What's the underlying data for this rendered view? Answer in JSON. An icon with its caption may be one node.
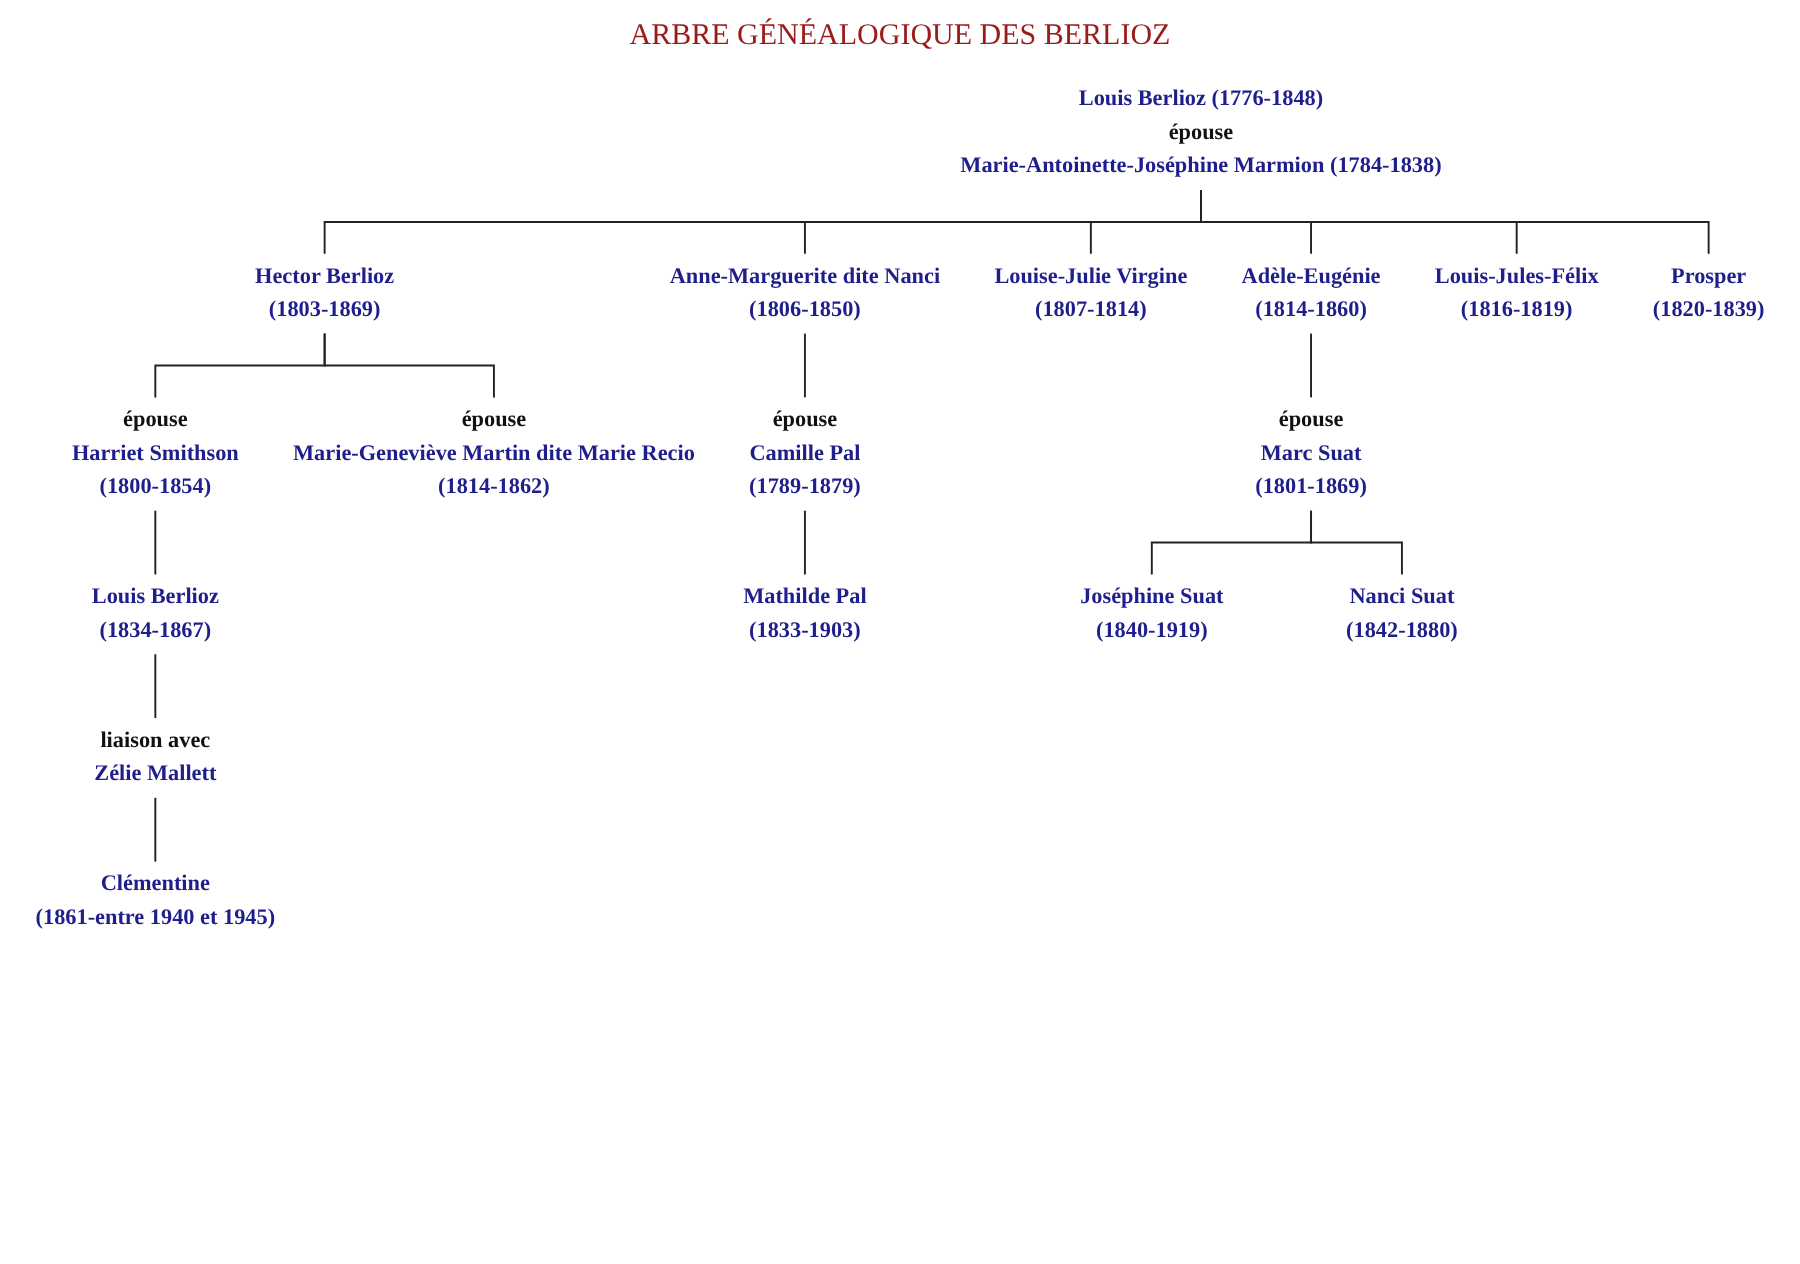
{
  "diagram": {
    "title": "ARBRE GÉNÉALOGIQUE DES BERLIOZ",
    "nodes": [
      {
        "text": [
          "Louis Berlioz (1776-1848)",
          "épouse",
          "Marie-Antoinette-Joséphine Marmion (1784-1838)"
        ]
      },
      {
        "text": [
          "Hector Berlioz",
          "(1803-1869)"
        ]
      },
      {
        "text": [
          "Anne-Marguerite dite Nanci",
          "(1806-1850)"
        ]
      },
      {
        "text": [
          "Louise-Julie Virgine",
          "(1807-1814)"
        ]
      },
      {
        "text": [
          "Adèle-Eugénie",
          "(1814-1860)"
        ]
      },
      {
        "text": [
          "Louis-Jules-Félix",
          "(1816-1819)"
        ]
      },
      {
        "text": [
          "Prosper",
          "(1820-1839)"
        ]
      },
      {
        "text": [
          "épouse",
          "Harriet Smithson",
          "(1800-1854)"
        ]
      },
      {
        "text": [
          "épouse",
          "Marie-Geneviève Martin dite Marie Recio",
          "(1814-1862)"
        ]
      },
      {
        "text": [
          "épouse",
          "Camille Pal",
          "(1789-1879)"
        ]
      },
      {
        "text": [
          "épouse",
          "Marc Suat",
          "(1801-1869)"
        ]
      },
      {
        "text": [
          "Louis Berlioz",
          "(1834-1867)"
        ]
      },
      {
        "text": [
          "Mathilde Pal",
          "(1833-1903)"
        ]
      },
      {
        "text": [
          "Joséphine Suat",
          "(1840-1919)"
        ]
      },
      {
        "text": [
          "Nanci Suat",
          "(1842-1880)"
        ]
      },
      {
        "text": [
          "liaison avec",
          "Zélie Mallett"
        ]
      },
      {
        "text": [
          "Clémentine",
          "(1861-entre 1940 et 1945)"
        ]
      }
    ],
    "edges": [
      {
        "from": 0,
        "to": 1,
        "arrow": "none"
      },
      {
        "from": 0,
        "to": 2,
        "arrow": "none"
      },
      {
        "from": 0,
        "to": 3,
        "arrow": "none"
      },
      {
        "from": 0,
        "to": 4,
        "arrow": "none"
      },
      {
        "from": 0,
        "to": 5,
        "arrow": "none"
      },
      {
        "from": 0,
        "to": 6,
        "arrow": "none"
      },
      {
        "from": 1,
        "to": 7,
        "arrow": "none"
      },
      {
        "from": 1,
        "to": 8,
        "arrow": "none"
      },
      {
        "from": 2,
        "to": 9,
        "arrow": "none"
      },
      {
        "from": 4,
        "to": 10,
        "arrow": "none"
      },
      {
        "from": 7,
        "to": 11,
        "arrow": "none"
      },
      {
        "from": 9,
        "to": 12,
        "arrow": "none"
      },
      {
        "from": 10,
        "to": 13,
        "arrow": "none"
      },
      {
        "from": 10,
        "to": 14,
        "arrow": "none"
      },
      {
        "from": 11,
        "to": 15,
        "arrow": "none"
      },
      {
        "from": 15,
        "to": 16,
        "arrow": "none"
      }
    ]
  }
}
